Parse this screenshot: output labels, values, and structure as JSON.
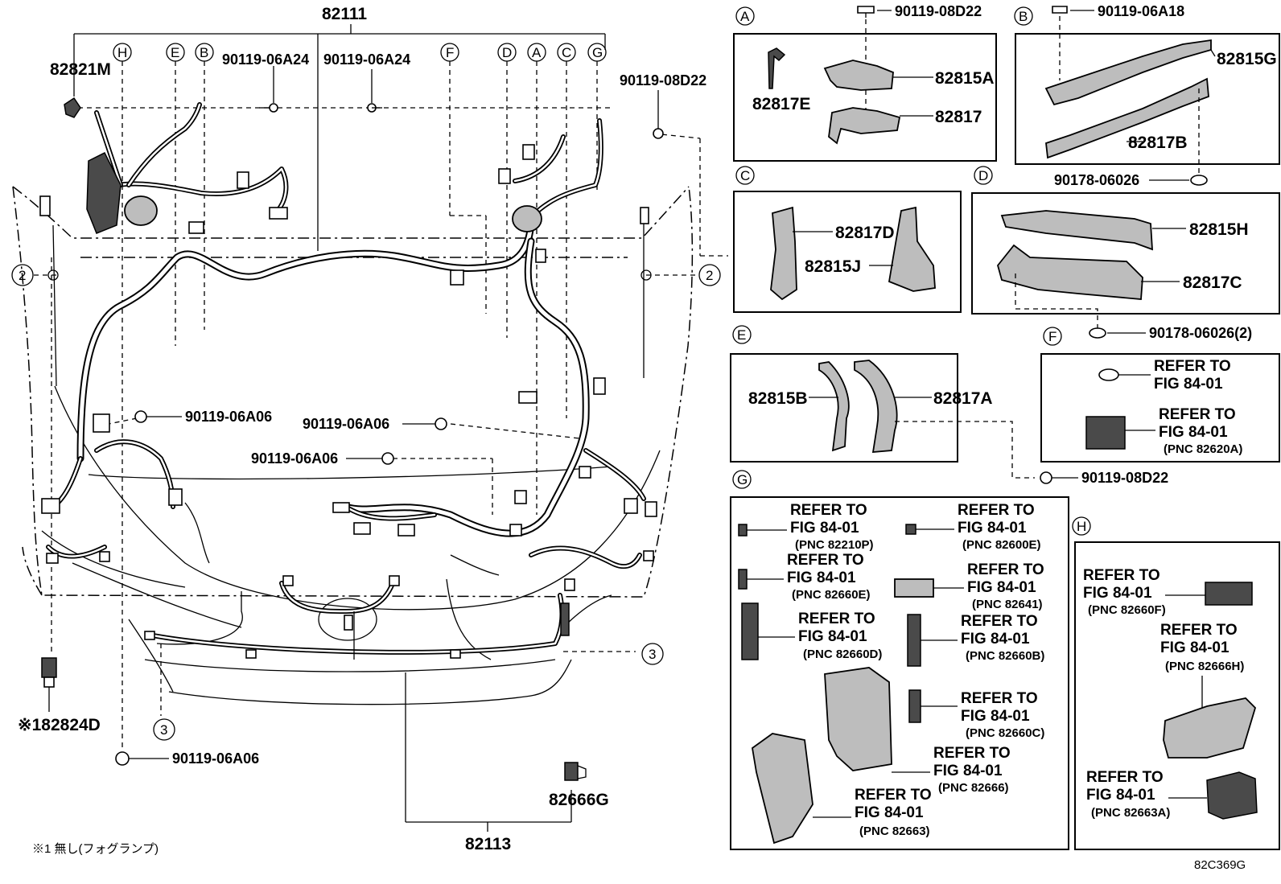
{
  "main_diagram": {
    "top_part_number": "82111",
    "bottom_part_number": "82113",
    "left_connector": "82821M",
    "left_lower_connector": "※182824D",
    "bottom_right_connector": "82666G",
    "bolts": {
      "upper_left": "90119-06A24",
      "upper_center": "90119-06A24",
      "upper_right": "90119-08D22",
      "mid_left": "90119-06A06",
      "mid_center": "90119-06A06",
      "mid_lower": "90119-06A06",
      "bottom_left": "90119-06A06"
    },
    "view_markers": [
      "H",
      "E",
      "B",
      "F",
      "D",
      "A",
      "C",
      "G"
    ],
    "location_markers": {
      "left": "2",
      "right": "2",
      "bottom_left": "3",
      "bottom_right": "3"
    }
  },
  "detail_boxes": {
    "A": {
      "label": "A",
      "bolt": "90119-08D22",
      "parts": [
        "82815A",
        "82817",
        "82817E"
      ]
    },
    "B": {
      "label": "B",
      "bolt": "90119-06A18",
      "parts": [
        "82815G",
        "82817B"
      ],
      "clip": "90178-06026"
    },
    "C": {
      "label": "C",
      "parts": [
        "82817D",
        "82815J"
      ]
    },
    "D": {
      "label": "D",
      "parts": [
        "82815H",
        "82817C"
      ],
      "clip": "90178-06026(2)"
    },
    "E": {
      "label": "E",
      "parts": [
        "82815B",
        "82817A"
      ],
      "bolt": "90119-08D22"
    },
    "F": {
      "label": "F",
      "refs": [
        {
          "line1": "REFER TO",
          "line2": "FIG 84-01",
          "pnc": ""
        },
        {
          "line1": "REFER TO",
          "line2": "FIG 84-01",
          "pnc": "(PNC 82620A)"
        }
      ]
    },
    "G": {
      "label": "G",
      "refs": [
        {
          "line1": "REFER TO",
          "line2": "FIG 84-01",
          "pnc": "(PNC 82210P)"
        },
        {
          "line1": "REFER TO",
          "line2": "FIG 84-01",
          "pnc": "(PNC 82600E)"
        },
        {
          "line1": "REFER TO",
          "line2": "FIG 84-01",
          "pnc": "(PNC 82660E)"
        },
        {
          "line1": "REFER TO",
          "line2": "FIG 84-01",
          "pnc": "(PNC 82641)"
        },
        {
          "line1": "REFER TO",
          "line2": "FIG 84-01",
          "pnc": "(PNC 82660D)"
        },
        {
          "line1": "REFER TO",
          "line2": "FIG 84-01",
          "pnc": "(PNC 82660B)"
        },
        {
          "line1": "REFER TO",
          "line2": "FIG 84-01",
          "pnc": "(PNC 82660C)"
        },
        {
          "line1": "REFER TO",
          "line2": "FIG 84-01",
          "pnc": "(PNC 82666)"
        },
        {
          "line1": "REFER TO",
          "line2": "FIG 84-01",
          "pnc": "(PNC 82663)"
        }
      ]
    },
    "H": {
      "label": "H",
      "refs": [
        {
          "line1": "REFER TO",
          "line2": "FIG 84-01",
          "pnc": "(PNC 82660F)"
        },
        {
          "line1": "REFER TO",
          "line2": "FIG 84-01",
          "pnc": "(PNC 82666H)"
        },
        {
          "line1": "REFER TO",
          "line2": "FIG 84-01",
          "pnc": "(PNC 82663A)"
        }
      ]
    }
  },
  "footnote": "※1 無し(フォグランプ)",
  "figure_code": "82C369G"
}
